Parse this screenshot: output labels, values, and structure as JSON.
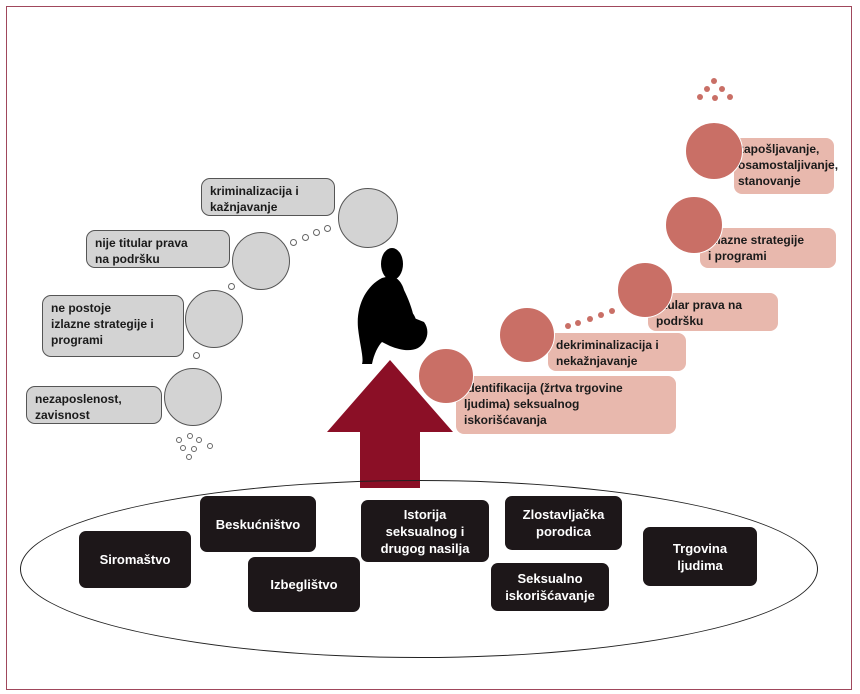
{
  "left_bubbles": [
    {
      "text": "kriminalizacija i\nkažnjavanje"
    },
    {
      "text": "nije titular prava\nna podršku"
    },
    {
      "text": "ne postoje\nizlazne strategije i\nprogrami"
    },
    {
      "text": "nezaposlenost,\nzavisnost"
    }
  ],
  "right_steps": [
    {
      "text": "Identifikacija (žrtva trgovine\nljudima) seksualnog\niskorišćavanja"
    },
    {
      "text": "dekriminalizacija i\nnekažnjavanje"
    },
    {
      "text": "titular prava na\npodršku"
    },
    {
      "text": "Izlazne strategije\ni programi"
    },
    {
      "text": "zapošljavanje,\nosamostaljivanje,\nstanovanje"
    }
  ],
  "causes": [
    {
      "text": "Siromaštvo"
    },
    {
      "text": "Beskućništvo"
    },
    {
      "text": "Izbeglištvo"
    },
    {
      "text": "Istorija\nseksualnog i\ndrugog nasilja"
    },
    {
      "text": "Zlostavljačka\nporodica"
    },
    {
      "text": "Seksualno\niskorišćavanje"
    },
    {
      "text": "Trgovina\nljudima"
    }
  ],
  "colors": {
    "frame": "#a0485c",
    "arrow": "#8b0f26",
    "pink_circle": "#c96f66",
    "pink_box": "#e8b8ad",
    "gray": "#d3d3d3",
    "black_box": "#1d1719"
  }
}
